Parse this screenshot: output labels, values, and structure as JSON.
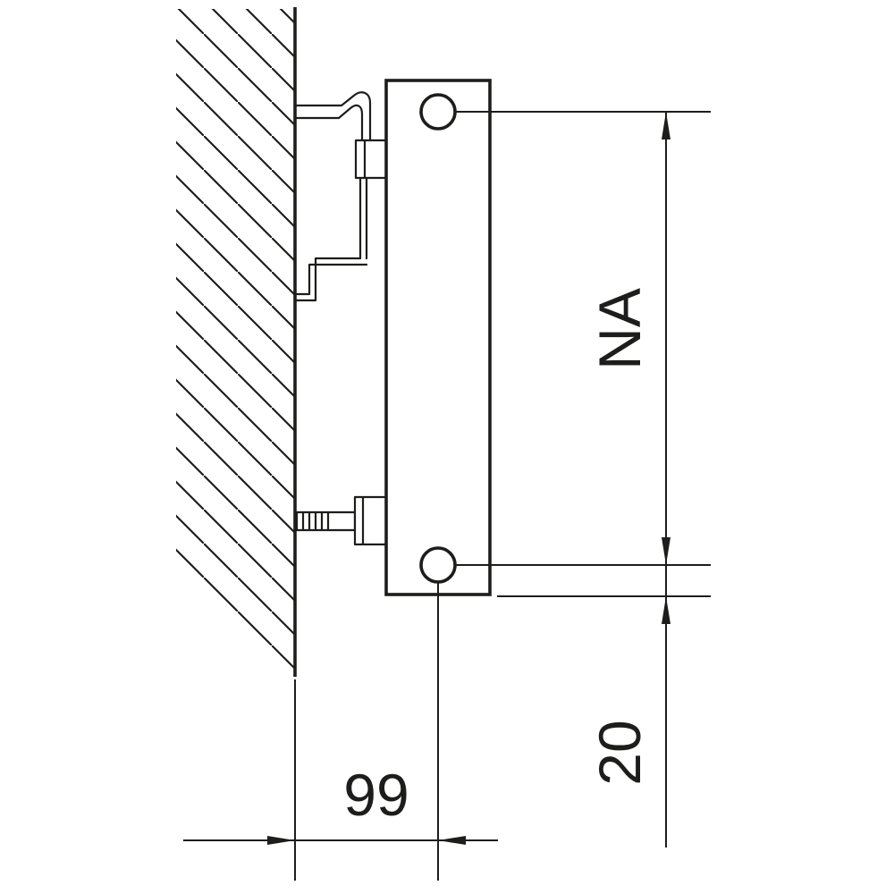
{
  "diagram": {
    "kind": "radiator-wall-bracket-side-view",
    "dimensions": {
      "hub_distance": "NA",
      "wall_distance": "99",
      "bottom_offset": "20"
    },
    "colors": {
      "line": "#1d1d1b",
      "background": "#ffffff"
    }
  }
}
